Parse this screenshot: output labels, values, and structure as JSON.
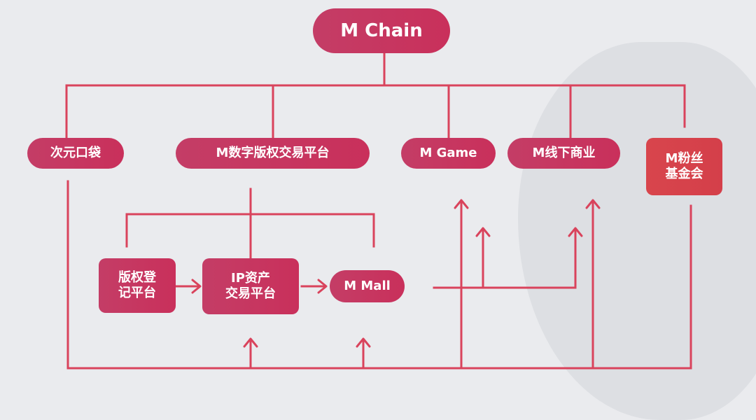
{
  "diagram": {
    "root": "M Chain",
    "tier1": [
      "次元口袋",
      "M数字版权交易平台",
      "M Game",
      "M线下商业"
    ],
    "fan_foundation": [
      "M粉丝",
      "基金会"
    ],
    "sub": {
      "copyright_registration": [
        "版权登",
        "记平台"
      ],
      "ip_exchange": [
        "IP资产",
        "交易平台"
      ],
      "mall": "M Mall"
    }
  },
  "colors": {
    "node": "#c7365f",
    "node_orange": "#d6434b",
    "line": "#d9435c",
    "background": "#eaebee"
  }
}
